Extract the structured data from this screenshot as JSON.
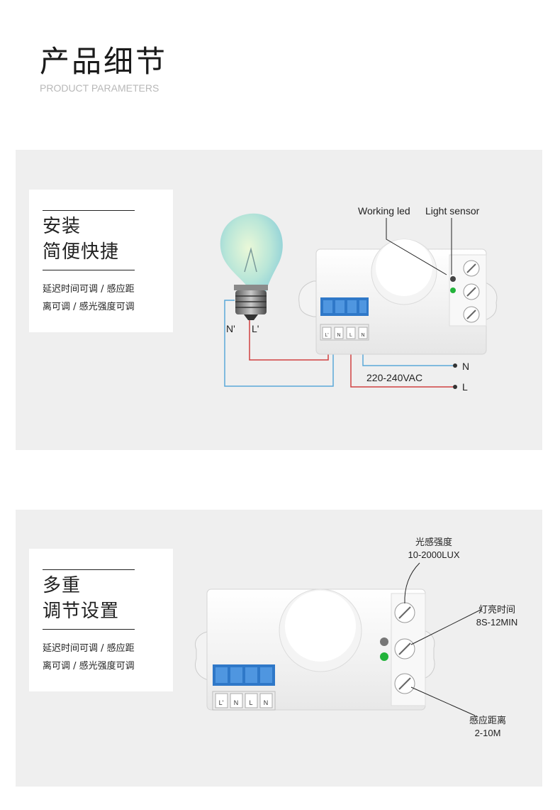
{
  "header": {
    "title_zh": "产品细节",
    "title_en": "PRODUCT PARAMETERS"
  },
  "section1": {
    "title_line1": "安装",
    "title_line2": "简便快捷",
    "desc_line1": "延迟时间可调 / 感应距",
    "desc_line2": "离可调 / 感光强度可调",
    "labels": {
      "working_led": "Working led",
      "light_sensor": "Light sensor",
      "n_prime": "N'",
      "l_prime": "L'",
      "voltage": "220-240VAC",
      "n": "N",
      "l": "L"
    },
    "terminals": [
      "L'",
      "N",
      "L",
      "N"
    ]
  },
  "section2": {
    "title_line1": "多重",
    "title_line2": "调节设置",
    "desc_line1": "延迟时间可调 / 感应距",
    "desc_line2": "离可调 / 感光强度可调",
    "callouts": {
      "lux_label": "光感强度",
      "lux_value": "10-2000LUX",
      "time_label": "灯亮时间",
      "time_value": "8S-12MIN",
      "distance_label": "感应距离",
      "distance_value": "2-10M"
    },
    "terminals": [
      "L'",
      "N",
      "L",
      "N"
    ]
  },
  "colors": {
    "wire_blue": "#5aa8d8",
    "wire_red": "#d04040",
    "terminal_blue": "#2f78c8",
    "led_green": "#22b33a"
  }
}
